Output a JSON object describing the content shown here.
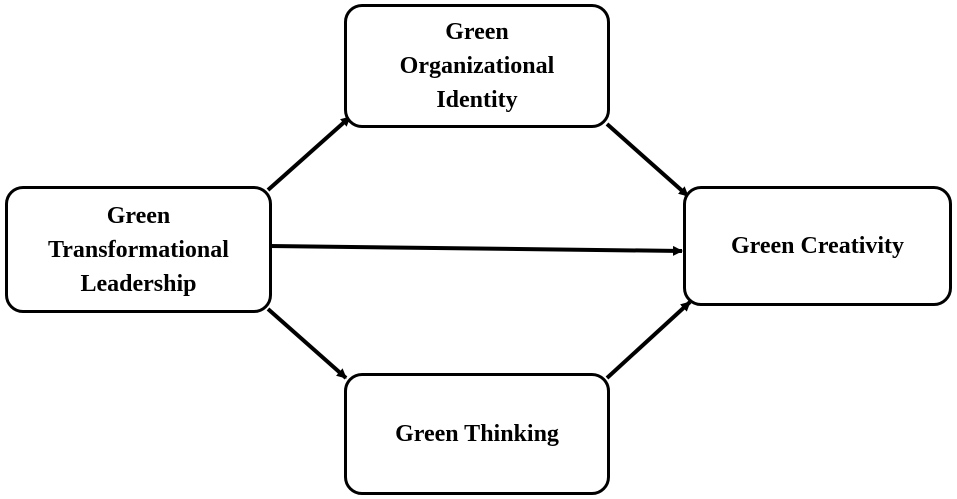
{
  "nodes": {
    "gtl": {
      "lines": [
        "Green",
        "Transformational",
        "Leadership"
      ]
    },
    "goi": {
      "lines": [
        "Green",
        "Organizational",
        "Identity"
      ]
    },
    "gt": {
      "lines": [
        "Green Thinking"
      ]
    },
    "gc": {
      "lines": [
        "Green Creativity"
      ]
    }
  },
  "edges": [
    {
      "from": "gtl",
      "to": "goi"
    },
    {
      "from": "gtl",
      "to": "gc"
    },
    {
      "from": "gtl",
      "to": "gt"
    },
    {
      "from": "goi",
      "to": "gc"
    },
    {
      "from": "gt",
      "to": "gc"
    }
  ],
  "colors": {
    "stroke": "#000000",
    "background": "#ffffff"
  }
}
